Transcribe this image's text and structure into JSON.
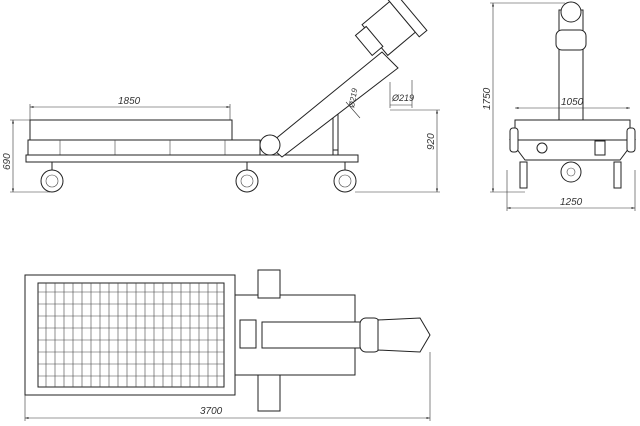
{
  "drawing": {
    "views": [
      "side-view",
      "end-view",
      "top-view"
    ],
    "dimensions": {
      "hopper_length": "1850",
      "tube_diameter_inclined": "Ø219",
      "tube_diameter_outlet": "Ø219",
      "discharge_height": "920",
      "hopper_height": "690",
      "total_height": "1750",
      "hopper_width": "1050",
      "overall_width": "1250",
      "overall_length": "3700"
    }
  }
}
